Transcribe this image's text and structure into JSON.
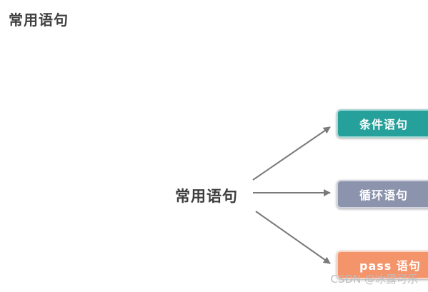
{
  "title": "常用语句",
  "diagram": {
    "center_label": "常用语句",
    "arrow_color": "#7a7a7a",
    "nodes": [
      {
        "label": "条件语句",
        "color": "#26a09a"
      },
      {
        "label": "循环语句",
        "color": "#8b93ad"
      },
      {
        "label": "pass 语句",
        "color": "#f4946b"
      }
    ]
  },
  "watermark": "CSDN @冰露可乐"
}
